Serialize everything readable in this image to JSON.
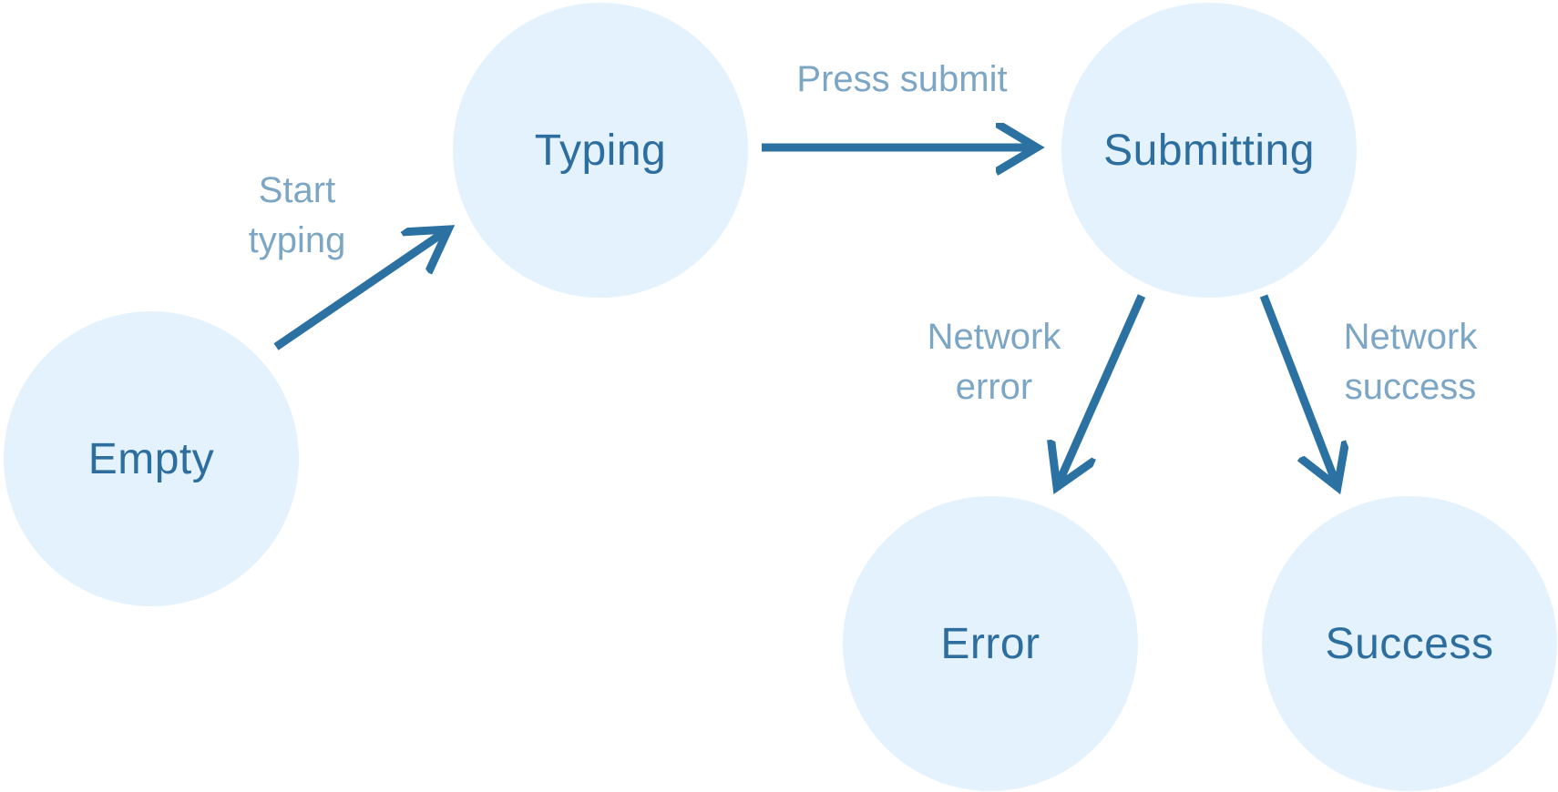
{
  "diagram": {
    "nodes": [
      {
        "id": "empty",
        "label": "Empty"
      },
      {
        "id": "typing",
        "label": "Typing"
      },
      {
        "id": "submitting",
        "label": "Submitting"
      },
      {
        "id": "error",
        "label": "Error"
      },
      {
        "id": "success",
        "label": "Success"
      }
    ],
    "edges": [
      {
        "from": "empty",
        "to": "typing",
        "label": "Start typing"
      },
      {
        "from": "typing",
        "to": "submitting",
        "label": "Press submit"
      },
      {
        "from": "submitting",
        "to": "error",
        "label": "Network error"
      },
      {
        "from": "submitting",
        "to": "success",
        "label": "Network success"
      }
    ]
  },
  "theme": {
    "background": "#ffffff",
    "node_fill": "#e3f2fd",
    "node_text": "#2d6e9e",
    "arrow": "#2b72a3",
    "edge_label": "rgba(44,111,159,0.62)"
  }
}
